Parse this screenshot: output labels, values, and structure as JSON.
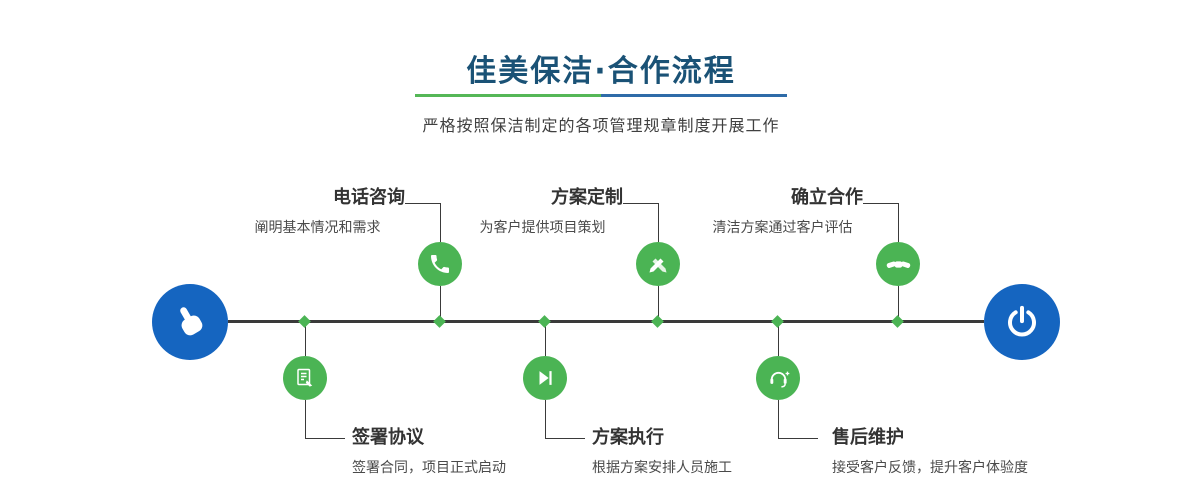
{
  "header": {
    "title": "佳美保洁·合作流程",
    "subtitle": "严格按照保洁制定的各项管理规章制度开展工作"
  },
  "timeline": {
    "start_icon": "hand-pointer-icon",
    "end_icon": "power-icon",
    "steps_top": [
      {
        "title": "电话咨询",
        "desc": "阐明基本情况和需求",
        "icon": "phone-icon"
      },
      {
        "title": "方案定制",
        "desc": "为客户提供项目策划",
        "icon": "design-pencil-icon"
      },
      {
        "title": "确立合作",
        "desc": "清洁方案通过客户评估",
        "icon": "handshake-icon"
      }
    ],
    "steps_bottom": [
      {
        "title": "签署协议",
        "desc": "签署合同，项目正式启动",
        "icon": "contract-icon"
      },
      {
        "title": "方案执行",
        "desc": "根据方案安排人员施工",
        "icon": "play-icon"
      },
      {
        "title": "售后维护",
        "desc": "接受客户反馈，提升客户体验度",
        "icon": "headset-icon"
      }
    ]
  },
  "colors": {
    "green": "#4bb454",
    "blue": "#1565c0",
    "title_blue": "#1a5276",
    "divider_green": "#55b757",
    "divider_blue": "#2e6ba8",
    "line": "#3a3a3a"
  }
}
